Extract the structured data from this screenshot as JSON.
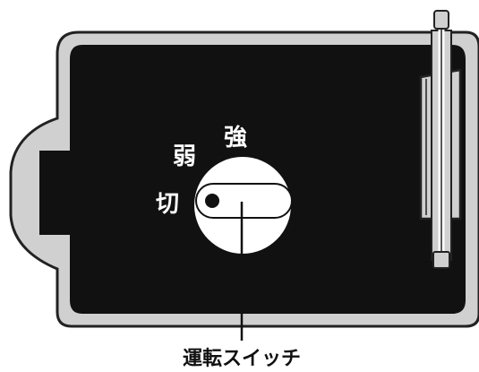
{
  "dial": {
    "label_high": "強",
    "label_low": "弱",
    "label_off": "切"
  },
  "callout": {
    "label": "運転スイッチ"
  },
  "colors": {
    "panel_outer": "#d0d0d0",
    "panel_inner": "#111111",
    "outline": "#222222",
    "dial_face": "#ffffff"
  }
}
